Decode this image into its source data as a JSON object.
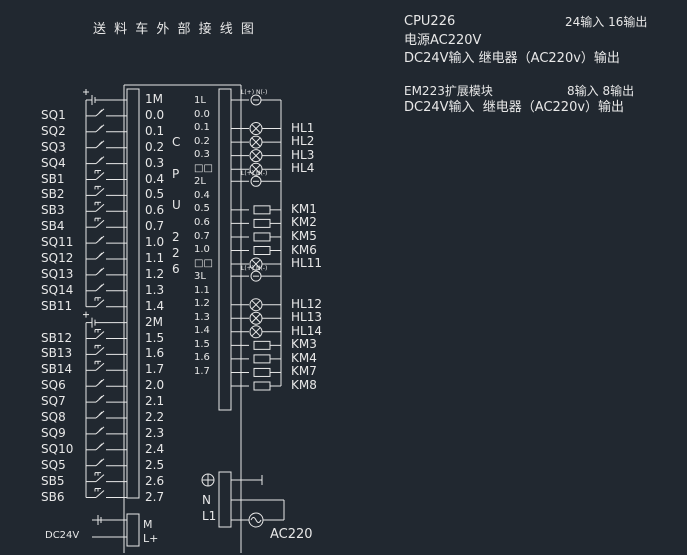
{
  "title": "送 料 车 外 部 接 线 图",
  "info": {
    "cpu_model": "CPU226",
    "cpu_io": "24输入 16输出",
    "cpu_power": "电源AC220V",
    "cpu_signal": "DC24V输入 继电器（AC220v）输出",
    "ext_model": "EM223扩展模块",
    "ext_io": "8输入 8输出",
    "ext_signal": "DC24V输入  继电器（AC220v）输出"
  },
  "cpu_label_chars": [
    "C",
    "P",
    "U",
    "2",
    "2",
    "6"
  ],
  "input_terminals": [
    "1M",
    "0.0",
    "0.1",
    "0.2",
    "0.3",
    "0.4",
    "0.5",
    "0.6",
    "0.7",
    "1.0",
    "1.1",
    "1.2",
    "1.3",
    "1.4",
    "2M",
    "1.5",
    "1.6",
    "1.7",
    "2.0",
    "2.1",
    "2.2",
    "2.3",
    "2.4",
    "2.5",
    "2.6",
    "2.7"
  ],
  "input_devices": [
    "SQ1",
    "SQ2",
    "SQ3",
    "SQ4",
    "SB1",
    "SB2",
    "SB3",
    "SB4",
    "SQ11",
    "SQ12",
    "SQ13",
    "SQ14",
    "SB11",
    "SB12",
    "SB13",
    "SB14",
    "SQ6",
    "SQ7",
    "SQ8",
    "SQ9",
    "SQ10",
    "SQ5",
    "SB5",
    "SB6"
  ],
  "output_terminals": [
    "1L",
    "0.0",
    "0.1",
    "0.2",
    "0.3",
    "□□",
    "2L",
    "0.4",
    "0.5",
    "0.6",
    "0.7",
    "1.0",
    "□□",
    "3L",
    "1.1",
    "1.2",
    "1.3",
    "1.4",
    "1.5",
    "1.6",
    "1.7"
  ],
  "output_devices": [
    "HL1",
    "HL2",
    "HL3",
    "HL4",
    "KM1",
    "KM2",
    "KM5",
    "KM6",
    "HL11",
    "HL12",
    "HL13",
    "HL14",
    "KM3",
    "KM4",
    "KM7",
    "KM8"
  ],
  "supply_label": "L(+) N(-)",
  "power_terminals": [
    "N",
    "L1"
  ],
  "ac_label": "AC220",
  "dc_supply_label": "DC24V",
  "sensor_supply_terminals": [
    "M",
    "L+"
  ]
}
